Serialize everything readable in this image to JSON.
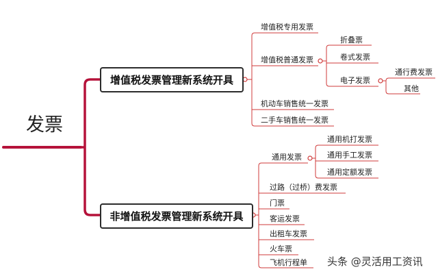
{
  "root": "发票",
  "branches": [
    {
      "label": "增值税发票管理新系统开具",
      "children": [
        {
          "label": "增值税专用发票"
        },
        {
          "label": "增值税普通发票",
          "children": [
            {
              "label": "折叠票"
            },
            {
              "label": "卷式发票"
            },
            {
              "label": "电子发票",
              "children": [
                {
                  "label": "通行费发票"
                },
                {
                  "label": "其他"
                }
              ]
            }
          ]
        },
        {
          "label": "机动车销售统一发票"
        },
        {
          "label": "二手车销售统一发票"
        }
      ]
    },
    {
      "label": "非增值税发票管理新系统开具",
      "children": [
        {
          "label": "通用发票",
          "children": [
            {
              "label": "通用机打发票"
            },
            {
              "label": "通用手工发票"
            },
            {
              "label": "通用定额发票"
            }
          ]
        },
        {
          "label": "过路（过桥）费发票"
        },
        {
          "label": "门票"
        },
        {
          "label": "客运发票"
        },
        {
          "label": "出租车发票"
        },
        {
          "label": "火车票"
        },
        {
          "label": "飞机行程单"
        }
      ]
    }
  ],
  "watermark": "头条 @灵活用工资讯",
  "colors": {
    "main_branch": "#b5123a",
    "sub_branch": "#cf3a3a",
    "box_border": "#2b2b2b"
  }
}
